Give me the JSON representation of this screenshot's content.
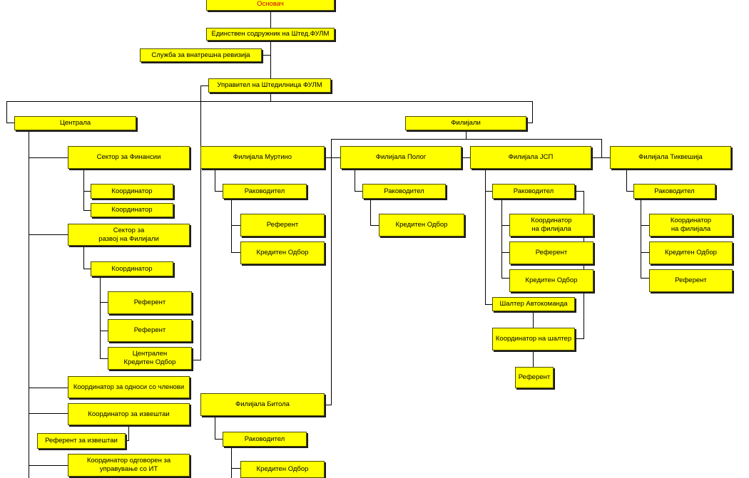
{
  "nodes": {
    "founder": "Основач",
    "sole_partner": "Единствен содружник на Штед.ФУЛМ",
    "internal_audit": "Служба за внатрешна ревизија",
    "manager": "Управител на Штедилница ФУЛМ",
    "central": "Централа",
    "branches": "Филијали",
    "finance_sector": "Сектор за Финансии",
    "fin_coord_1": "Координатор",
    "fin_coord_2": "Координатор",
    "dev_sector": "Сектор за\nразвој на Филијали",
    "dev_coord": "Координатор",
    "dev_ref_1": "Референт",
    "dev_ref_2": "Референт",
    "central_credit": "Централен\nКредитен Одбор",
    "member_coord": "Координатор  за односи со членови",
    "report_coord": "Координатор за извештаи",
    "report_ref": "Референт за извештаи",
    "it_coord": "Координатор одговорен за\nуправување со ИТ",
    "murtino": "Филијала Муртино",
    "murtino_head": "Раководител",
    "murtino_ref": "Референт",
    "murtino_credit": "Кредитен Одбор",
    "polog": "Филијала Полог",
    "polog_head": "Раководител",
    "polog_credit": "Кредитен Одбор",
    "jsp": "Филијала ЈСП",
    "jsp_head": "Раководител",
    "jsp_coord": "Координатор\nна филијала",
    "jsp_ref": "Референт",
    "jsp_credit": "Кредитен Одбор",
    "jsp_counter": "Шалтер Автокоманда",
    "jsp_counter_coord": "Координатор на шалтер",
    "jsp_counter_ref": "Референт",
    "tikves": "Филијала Тиквешија",
    "tikves_head": "Раководител",
    "tikves_coord": "Координатор\nна филијала",
    "tikves_credit": "Кредитен Одбор",
    "tikves_ref": "Референт",
    "bitola": "Филијала Битола",
    "bitola_head": "Раководител",
    "bitola_credit": "Кредитен Одбор"
  },
  "colors": {
    "box_fill": "#ffff00",
    "box_border": "#4d4d00",
    "founder_text": "#cc0000",
    "connector": "#000000"
  }
}
